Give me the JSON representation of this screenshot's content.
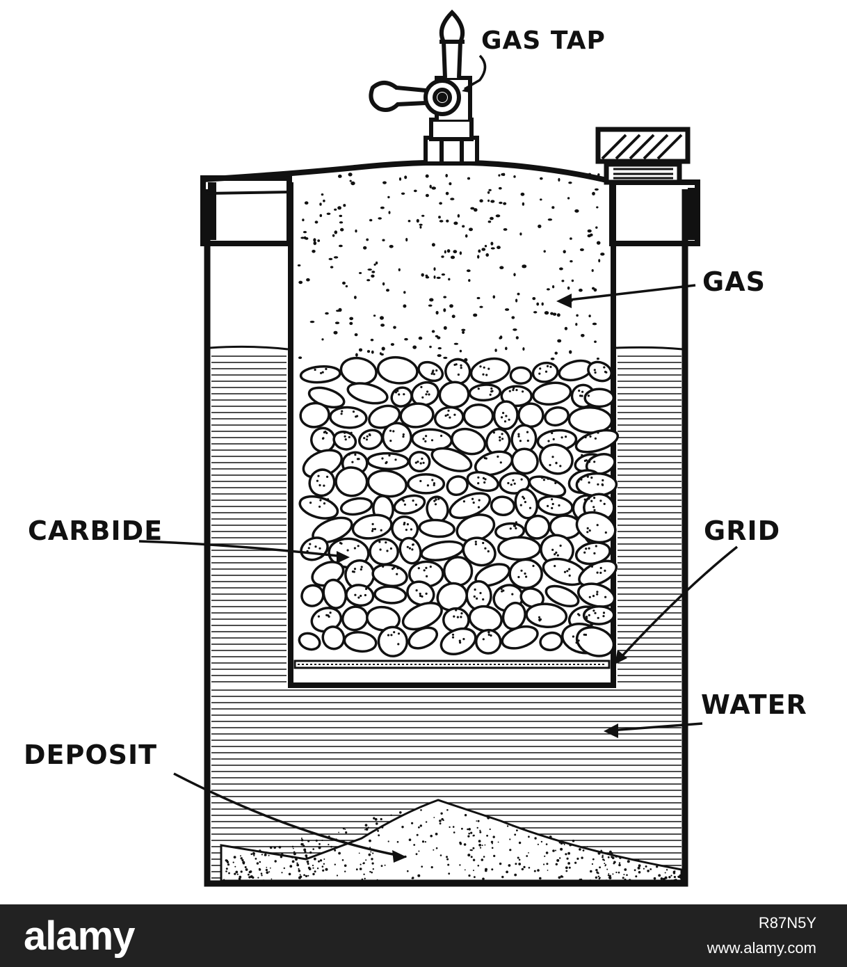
{
  "labels": {
    "gas_tap": "GAS TAP",
    "gas": "GAS",
    "carbide": "CARBIDE",
    "grid": "GRID",
    "water": "WATER",
    "deposit": "DEPOSIT"
  },
  "watermark": {
    "brand": "alamy",
    "image_id": "R87N5Y",
    "url": "www.alamy.com"
  },
  "colors": {
    "ink": "#111111",
    "paper": "#ffffff",
    "footer": "#222222"
  }
}
